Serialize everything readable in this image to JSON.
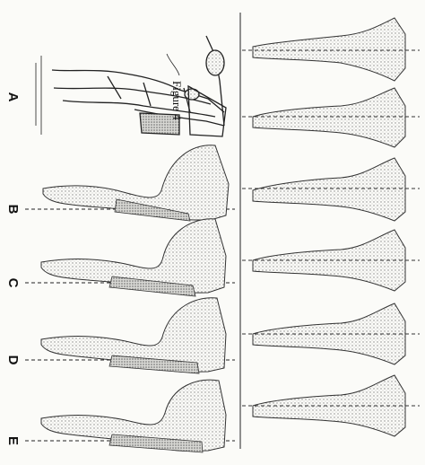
{
  "figure": {
    "title": "Figure 4",
    "panel_labels": [
      "A",
      "B",
      "C",
      "D",
      "E"
    ]
  },
  "colors": {
    "ink": "#222222",
    "stipple": "#9a9a96",
    "paper": "#fbfbf8"
  }
}
